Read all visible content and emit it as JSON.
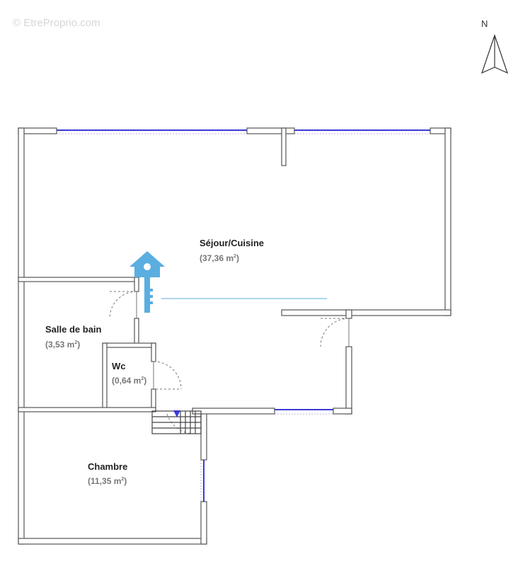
{
  "watermark": "© EtreProprio.com",
  "compass": {
    "letter": "N",
    "icon": "north-arrow"
  },
  "rooms": [
    {
      "name": "Séjour/Cuisine",
      "area": "(37,36 m",
      "sup": "2",
      "close": ")"
    },
    {
      "name": "Salle de bain",
      "area": "(3,53 m",
      "sup": "2",
      "close": ")"
    },
    {
      "name": "Wc",
      "area": "(0,64 m",
      "sup": "2",
      "close": ")"
    },
    {
      "name": "Chambre",
      "area": "(11,35 m",
      "sup": "2",
      "close": ")"
    }
  ],
  "colors": {
    "wall": "#555555",
    "window": "#3a3ad8",
    "key": "#5aaee0",
    "door": "#777777"
  },
  "key_icon": "house-key-icon"
}
